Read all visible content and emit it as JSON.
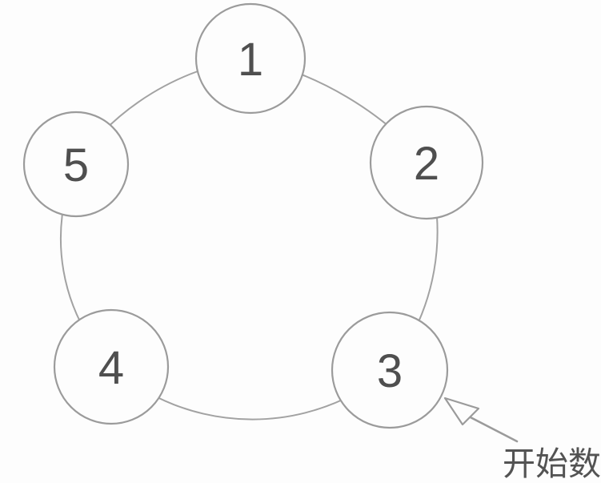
{
  "diagram": {
    "type": "cycle-diagram",
    "nodes": [
      {
        "label": "1",
        "position": "top"
      },
      {
        "label": "2",
        "position": "upper-right"
      },
      {
        "label": "3",
        "position": "lower-right"
      },
      {
        "label": "4",
        "position": "lower-left"
      },
      {
        "label": "5",
        "position": "upper-left"
      }
    ],
    "annotation": {
      "caption": "开始数",
      "points_to_node": "3"
    },
    "colors": {
      "background": "#fdfdfd",
      "circle_stroke": "#9b9b9b",
      "ring_stroke": "#a2a2a2",
      "number_text": "#4f4f4f",
      "caption_text": "#535353",
      "arrow": "#9b9b9b"
    }
  }
}
